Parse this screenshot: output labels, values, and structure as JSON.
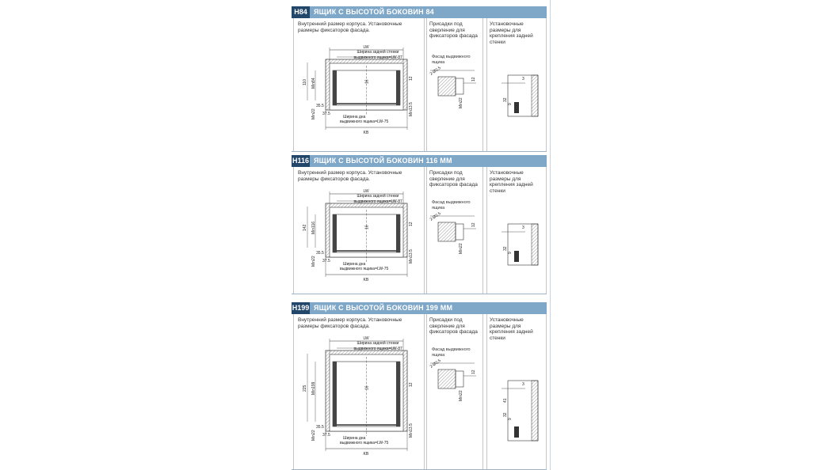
{
  "sections": [
    {
      "tag": "H84",
      "title": "ЯЩИК С ВЫСОТОЙ БОКОВИН 84",
      "heights": {
        "overall": "110",
        "min": "Min84"
      }
    },
    {
      "tag": "H116",
      "title": "ЯЩИК С ВЫСОТОЙ БОКОВИН 116 ММ",
      "heights": {
        "overall": "142",
        "min": "Min116"
      }
    },
    {
      "tag": "H199",
      "title": "ЯЩИК С ВЫСОТОЙ БОКОВИН 199 ММ",
      "heights": {
        "overall": "225",
        "min": "Min199"
      }
    }
  ],
  "panel_texts": {
    "inner_size": "Внутренний размер корпуса. Установочные размеры фиксаторов фасада.",
    "drilling": "Присадки под сверление для фиксаторов фасада",
    "back_mount": "Установочные размеры для крепления задней стенки",
    "facade_label": "Фасад выдвижного ящика"
  },
  "dims": {
    "lw": "LW",
    "kb": "KB",
    "back_width": "Ширина задней стенки",
    "back_formula": "выдвижного ящика=LW-87",
    "bottom_width": "Ширина дна",
    "bottom_formula": "выдвижного ящика=LW-75",
    "d16": "16",
    "d12": "12",
    "d355": "35.5",
    "d375": "37.5",
    "min22": "Min22",
    "min135": "Min13.5",
    "hole": "2-Ø2,5",
    "d3": "3",
    "d9": "9",
    "d32": "32",
    "d41": "41"
  },
  "colors": {
    "header_bar": "#7ea7c8",
    "header_tag": "#23466b"
  }
}
